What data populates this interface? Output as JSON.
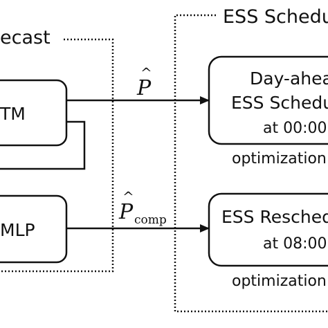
{
  "forecast_group": {
    "title": "ecast"
  },
  "ess_group": {
    "title": "ESS Schedu"
  },
  "forecast_models": [
    {
      "label": "TM"
    },
    {
      "label": "MLP"
    }
  ],
  "signals": [
    {
      "symbol": "P",
      "hat": "^",
      "subscript": ""
    },
    {
      "symbol": "P",
      "hat": "^",
      "subscript": "comp"
    }
  ],
  "ess_blocks": [
    {
      "line1": "Day-ahea",
      "line2": "ESS Schedu",
      "line3": "at 00:00",
      "caption": "optimization"
    },
    {
      "line1": "ESS Resched",
      "line2": "at 08:00",
      "caption": "optimization"
    }
  ],
  "colors": {
    "stroke": "#111111",
    "background": "#ffffff"
  }
}
